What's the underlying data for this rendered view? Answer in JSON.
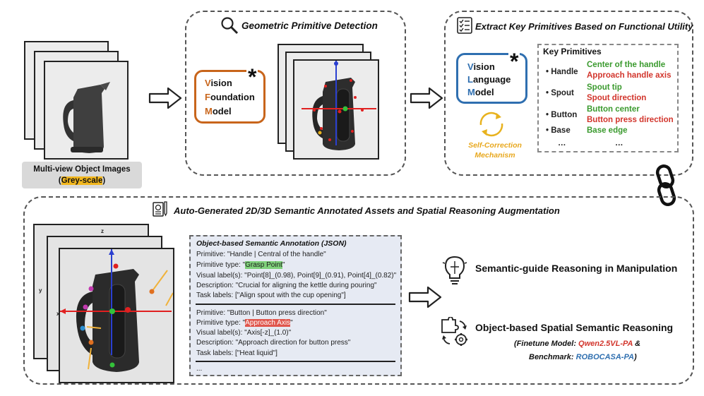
{
  "input": {
    "caption_line1": "Multi-view Object Images",
    "caption_line2_open": "(",
    "caption_line2_highlight": "Grey-scale",
    "caption_line2_close": ")"
  },
  "detection": {
    "title": "Geometric Primitive Detection",
    "model_letters": [
      "V",
      "F",
      "M"
    ],
    "model_rest": [
      "ision",
      "oundation",
      "odel"
    ],
    "asterisk": "*"
  },
  "extract": {
    "title": "Extract Key Primitives Based on Functional Utility",
    "model_letters": [
      "V",
      "L",
      "M"
    ],
    "model_rest": [
      "ision",
      "anguage",
      "odel"
    ],
    "asterisk": "*",
    "self_correction_line1": "Self-Correction",
    "self_correction_line2": "Mechanism",
    "key_primitives_title": "Key Primitives",
    "rows": [
      {
        "part": "Handle",
        "green": "Center of the handle",
        "red": "Approach handle axis"
      },
      {
        "part": "Spout",
        "green": "Spout tip",
        "red": "Spout direction"
      },
      {
        "part": "Button",
        "green": "Button center",
        "red": "Button press direction"
      },
      {
        "part": "Base",
        "green": "Base edge",
        "red": ""
      }
    ],
    "ellipsis_left": "…",
    "ellipsis_right": "…"
  },
  "assets": {
    "title": "Auto-Generated 2D/3D Semantic Annotated Assets and Spatial Reasoning Augmentation",
    "axis_labels": {
      "z": "z",
      "y": "y",
      "x": "x"
    }
  },
  "json_annotation": {
    "title": "Object-based Semantic Annotation (JSON)",
    "block1": {
      "primitive": "Primitive: \"Handle | Central of the handle\"",
      "type_prefix": "Primitive type: \"",
      "type_value": "Grasp Point",
      "type_suffix": "\"",
      "visual": "Visual label(s): \"Point[8]_(0.98), Point[9]_(0.91), Point[4]_(0.82)\"",
      "description": "Description: \"Crucial for aligning the kettle during pouring\"",
      "task": "Task labels: [\"Align spout with the cup opening\"]"
    },
    "block2": {
      "primitive": "Primitive: \"Button | Button press direction\"",
      "type_prefix": "Primitive type: \"",
      "type_value": "Approach Axis",
      "type_suffix": "\"",
      "visual": "Visual label(s): \"Axis[-z]_(1.0)\"",
      "description": "Description: \"Approach direction for button press\"",
      "task": "Task labels: [\"Heat liquid\"]"
    },
    "ellipsis": "..."
  },
  "outputs": {
    "semantic_reasoning": "Semantic-guide Reasoning in Manipulation",
    "spatial_reasoning": "Object-based Spatial Semantic Reasoning",
    "finetune_prefix": "(Finetune Model: ",
    "finetune_model": "Qwen2.5VL-PA",
    "finetune_suffix": " &",
    "benchmark_prefix": "Benchmark: ",
    "benchmark_name": "ROBOCASA-PA",
    "benchmark_suffix": ")"
  },
  "colors": {
    "orange": "#c8651b",
    "blue": "#2f6fb0",
    "green": "#3a9a2e",
    "red": "#d2352c",
    "yellow": "#e8b21e"
  }
}
